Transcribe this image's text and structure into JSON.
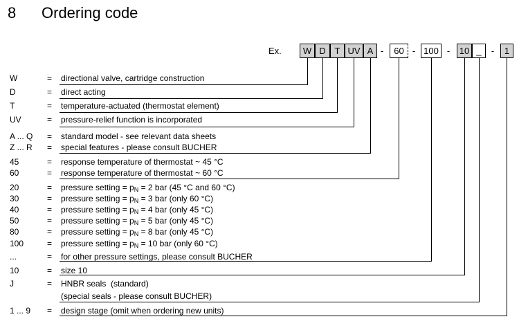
{
  "title": {
    "number": "8",
    "text": "Ordering code"
  },
  "example": {
    "label": "Ex."
  },
  "colors": {
    "box_gray": "#d2d2d2",
    "box_white": "#ffffff",
    "line": "#000000"
  },
  "ordering_code": {
    "separator": "-",
    "boxes": [
      {
        "id": "W",
        "label": "W",
        "fill": "gray"
      },
      {
        "id": "D",
        "label": "D",
        "fill": "gray"
      },
      {
        "id": "T",
        "label": "T",
        "fill": "gray"
      },
      {
        "id": "UV",
        "label": "UV",
        "fill": "gray"
      },
      {
        "id": "A",
        "label": "A",
        "fill": "gray"
      },
      {
        "id": "60",
        "label": "60",
        "fill": "white",
        "dashed_right": true
      },
      {
        "id": "100",
        "label": "100",
        "fill": "white"
      },
      {
        "id": "10",
        "label": "10",
        "fill": "gray"
      },
      {
        "id": "_",
        "label": "_",
        "fill": "white"
      },
      {
        "id": "1",
        "label": "1",
        "fill": "gray"
      }
    ]
  },
  "legend": {
    "equals": "=",
    "rows": [
      {
        "code": "W",
        "desc": "directional valve, cartridge construction",
        "connects_to": "W"
      },
      {
        "code": "D",
        "desc": "direct acting",
        "connects_to": "D"
      },
      {
        "code": "T",
        "desc": "temperature-actuated (thermostat element)",
        "connects_to": "T"
      },
      {
        "code": "UV",
        "desc": "pressure-relief function is incorporated",
        "connects_to": "UV"
      },
      {
        "code": "A ... Q",
        "desc": "standard model - see relevant data sheets"
      },
      {
        "code": "Z ... R",
        "desc": "special features - please consult BUCHER",
        "connects_to": "A"
      },
      {
        "code": "45",
        "desc": "response temperature of thermostat ~ 45 °C"
      },
      {
        "code": "60",
        "desc": "response temperature of thermostat ~ 60 °C",
        "connects_to": "60"
      },
      {
        "code": "20",
        "desc": "pressure setting = p_N = 2 bar (45 °C and 60 °C)"
      },
      {
        "code": "30",
        "desc": "pressure setting = p_N = 3 bar (only 60 °C)"
      },
      {
        "code": "40",
        "desc": "pressure setting = p_N = 4 bar (only 45 °C)"
      },
      {
        "code": "50",
        "desc": "pressure setting = p_N = 5 bar (only 45 °C)"
      },
      {
        "code": "80",
        "desc": "pressure setting = p_N = 8 bar (only 45 °C)"
      },
      {
        "code": "100",
        "desc": "pressure setting = p_N = 10 bar (only 60 °C)"
      },
      {
        "code": "...",
        "desc": "for other pressure settings, please consult BUCHER",
        "connects_to": "100"
      },
      {
        "code": "10",
        "desc": "size 10",
        "connects_to": "10"
      },
      {
        "code": "J",
        "desc": "HNBR seals  (standard)"
      },
      {
        "code": "",
        "desc": "(special seals - please consult BUCHER)",
        "no_equals": true,
        "connects_to": "_"
      },
      {
        "code": "1 ... 9",
        "desc": "design stage (omit when ordering new units)",
        "connects_to": "1"
      }
    ]
  }
}
